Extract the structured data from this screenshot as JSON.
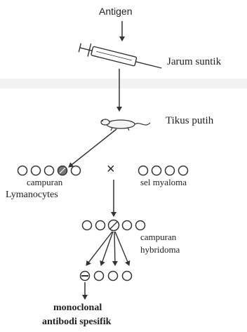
{
  "diagram": {
    "antigen": "Antigen",
    "syringe": "Jarum suntik",
    "mouse": "Tikus putih",
    "lymph_mix_line1": "campuran",
    "lymph_mix_line2": "Lymanocytes",
    "cross": "×",
    "myeloma": "sel myaloma",
    "hybrid_mix_line1": "campuran",
    "hybrid_mix_line2": "hybridoma",
    "result_line1": "monoclonal",
    "result_line2": "antibodi spesifik"
  }
}
